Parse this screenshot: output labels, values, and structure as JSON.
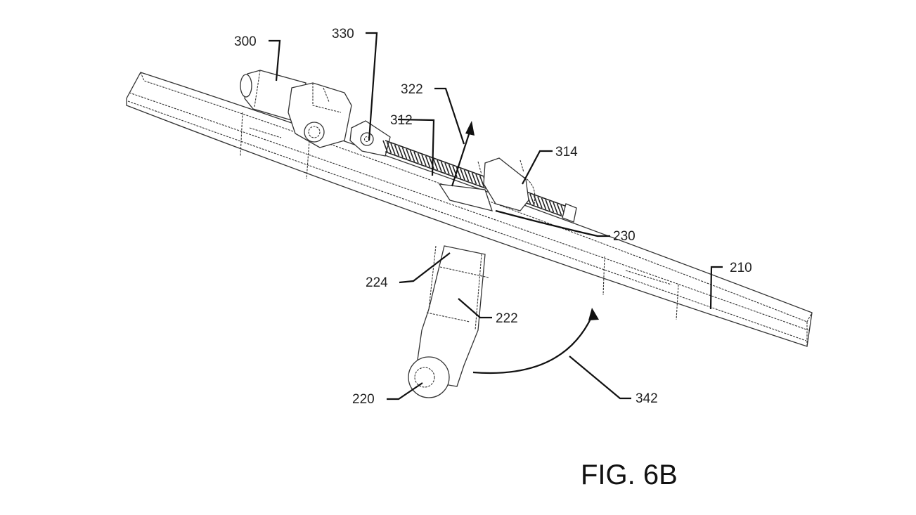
{
  "figure": {
    "title": "FIG. 6B",
    "labels": {
      "motor": "300",
      "pivot": "330",
      "arrow_up": "322",
      "screw": "312",
      "nut": "314",
      "bracket": "230",
      "arm_joint": "224",
      "arm": "222",
      "rail": "210",
      "hub": "220",
      "rotation": "342"
    }
  }
}
